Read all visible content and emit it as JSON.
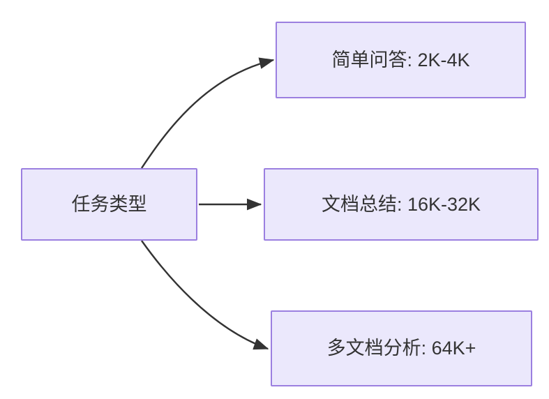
{
  "diagram": {
    "type": "flowchart",
    "direction": "left-to-right",
    "background_color": "#ffffff",
    "node_fill_color": "#ebe8fc",
    "node_border_color": "#9b7fe0",
    "node_text_color": "#333333",
    "edge_color": "#333333",
    "nodes": [
      {
        "id": "task-type",
        "label": "任务类型",
        "role": "root"
      },
      {
        "id": "simple-qa",
        "label": "简单问答: 2K-4K",
        "role": "leaf"
      },
      {
        "id": "doc-summary",
        "label": "文档总结: 16K-32K",
        "role": "leaf"
      },
      {
        "id": "multi-doc",
        "label": "多文档分析: 64K+",
        "role": "leaf"
      }
    ],
    "edges": [
      {
        "id": "edge-task-to-simple-qa",
        "from": "task-type",
        "to": "simple-qa",
        "label": "",
        "style": "curved-arrow"
      },
      {
        "id": "edge-task-to-doc-summary",
        "from": "task-type",
        "to": "doc-summary",
        "label": "",
        "style": "straight-arrow"
      },
      {
        "id": "edge-task-to-multi-doc",
        "from": "task-type",
        "to": "multi-doc",
        "label": "",
        "style": "curved-arrow"
      }
    ]
  }
}
